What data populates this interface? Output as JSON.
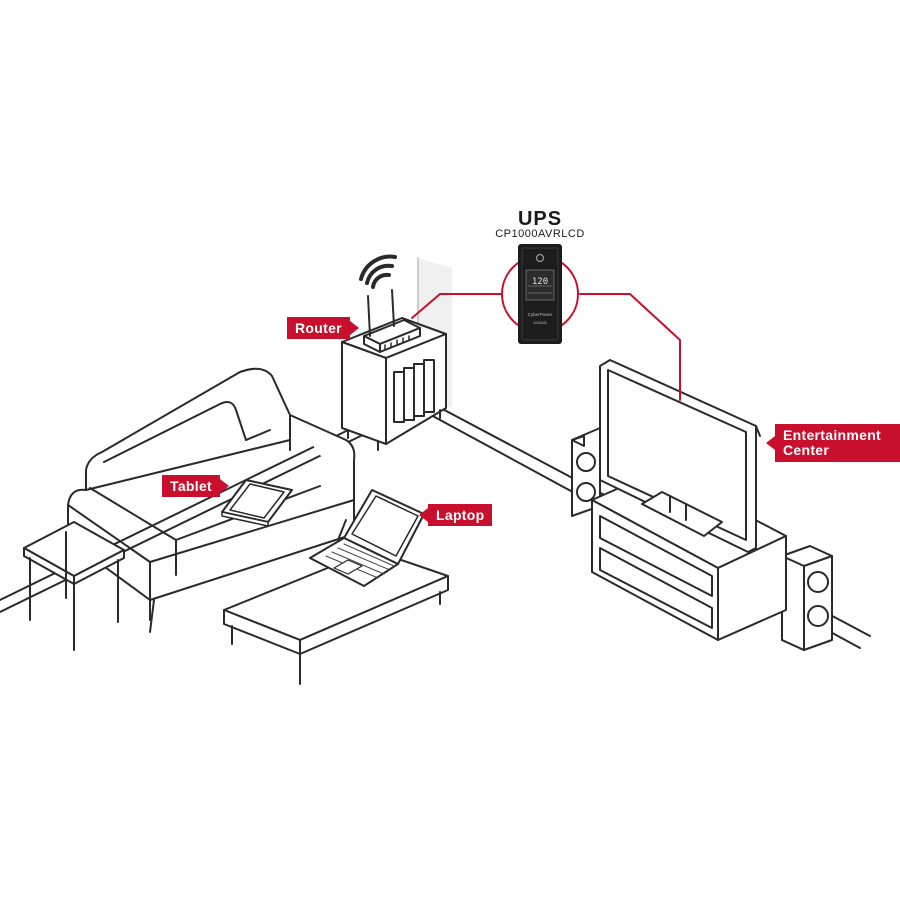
{
  "ups": {
    "title": "UPS",
    "model": "CP1000AVRLCD",
    "display_value": "120",
    "brand": "CyberPower",
    "capacity": "1000VA"
  },
  "labels": {
    "router": "Router",
    "tablet": "Tablet",
    "laptop": "Laptop",
    "entertainment": "Entertainment Center"
  },
  "colors": {
    "accent": "#c8102e",
    "line": "#2a2a2a",
    "ups_body": "#1c1c1c",
    "wall_shadow": "#eeeeee"
  },
  "icons": [
    "wifi-icon",
    "router-icon",
    "ups-icon",
    "tablet-icon",
    "laptop-icon",
    "tv-icon",
    "speaker-icon",
    "sofa-icon",
    "table-icon"
  ]
}
